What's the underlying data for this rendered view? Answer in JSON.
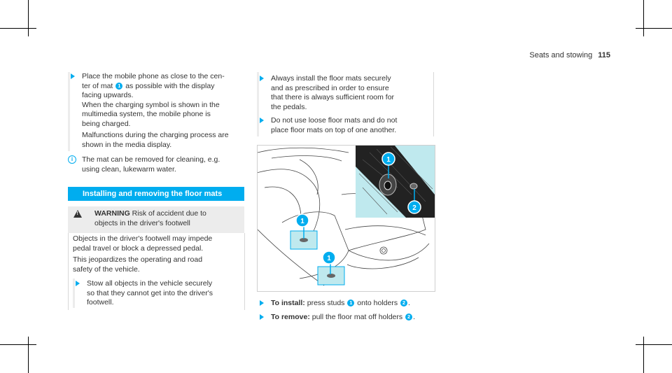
{
  "header": {
    "section": "Seats and stowing",
    "page": "115"
  },
  "left": {
    "step1": [
      "Place the mobile phone as close to the cen-",
      "ter of mat",
      "as possible with the display",
      "facing upwards.",
      "When the charging symbol is shown in the",
      "multimedia system, the mobile phone is",
      "being charged."
    ],
    "step1_badge": "1",
    "malfunction": [
      "Malfunctions during the charging process are",
      "shown in the media display."
    ],
    "note": [
      "The mat can be removed for cleaning, e.g.",
      "using clean, lukewarm water."
    ],
    "note_icon": "i",
    "section_title": "Installing and removing the floor mats",
    "warning_label": "WARNING",
    "warning_text": [
      "Risk of accident due to",
      "objects in the driver's footwell"
    ],
    "body": [
      "Objects in the driver's footwell may impede",
      "pedal travel or block a depressed pedal.",
      "This jeopardizes the operating and road",
      "safety of the vehicle."
    ],
    "step2": [
      "Stow all objects in the vehicle securely",
      "so that they cannot get into the driver's",
      "footwell."
    ]
  },
  "middle": {
    "step1": [
      "Always install the floor mats securely",
      "and as prescribed in order to ensure",
      "that there is always sufficient room for",
      "the pedals."
    ],
    "step2": [
      "Do not use loose floor mats and do not",
      "place floor mats on top of one another."
    ],
    "figure_badges": [
      "1",
      "2",
      "1",
      "1"
    ],
    "install_label": "To install:",
    "install_text_a": "press studs",
    "install_text_b": "onto holders",
    "install_badge1": "1",
    "install_badge2": "2",
    "remove_label": "To remove:",
    "remove_text": "pull the floor mat off holders",
    "remove_badge": "2",
    "accent_color": "#00adef"
  }
}
